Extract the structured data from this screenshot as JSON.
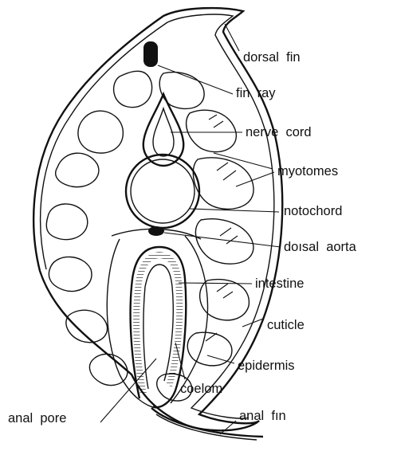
{
  "labels": {
    "dorsal_fin": "dorsal  fin",
    "fin_ray": "fin  ray",
    "nerve_cord": "nerve  cord",
    "myotomes": "myotomes",
    "notochord": "notochord",
    "dorsal_aorta": "doısal  aorta",
    "intestine": "intestine",
    "cuticle": "cuticle",
    "epidermis": "epidermis",
    "coelom": "coelom",
    "anal_pore": "anal  pore",
    "anal_fin": "anal  fın"
  },
  "colors": {
    "ink": "#111111",
    "background": "#ffffff"
  }
}
